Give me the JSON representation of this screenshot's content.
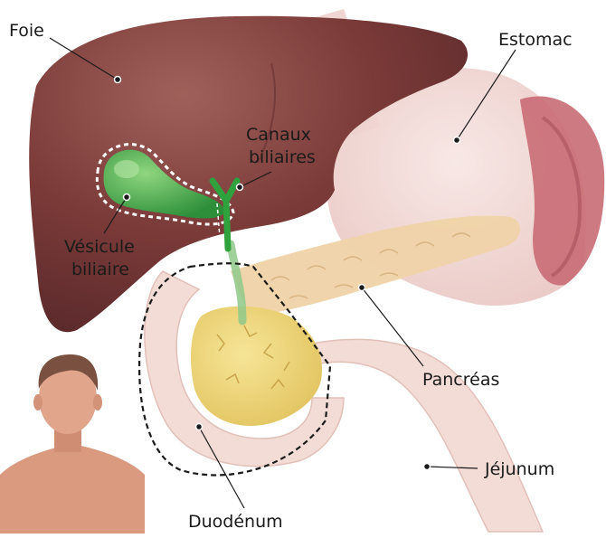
{
  "labels": {
    "foie": "Foie",
    "estomac": "Estomac",
    "canaux_line1": "Canaux",
    "canaux_line2": "biliaires",
    "vesicule_line1": "Vésicule",
    "vesicule_line2": "biliaire",
    "pancreas": "Pancréas",
    "jejunum": "Jéjunum",
    "duodenum": "Duodénum"
  },
  "colors": {
    "liver": "#7a3a38",
    "stomach": "#f0d6d2",
    "stomach_muscle": "#c96b76",
    "pancreas": "#efd3a8",
    "pancreas_head": "#f2dc7e",
    "gallbladder": "#4caf50",
    "duct": "#3daa48",
    "intestine": "#f3dcd6",
    "skin": "#d99a80",
    "hair": "#7a5040"
  },
  "icons": {
    "person": "human-bust-icon"
  }
}
